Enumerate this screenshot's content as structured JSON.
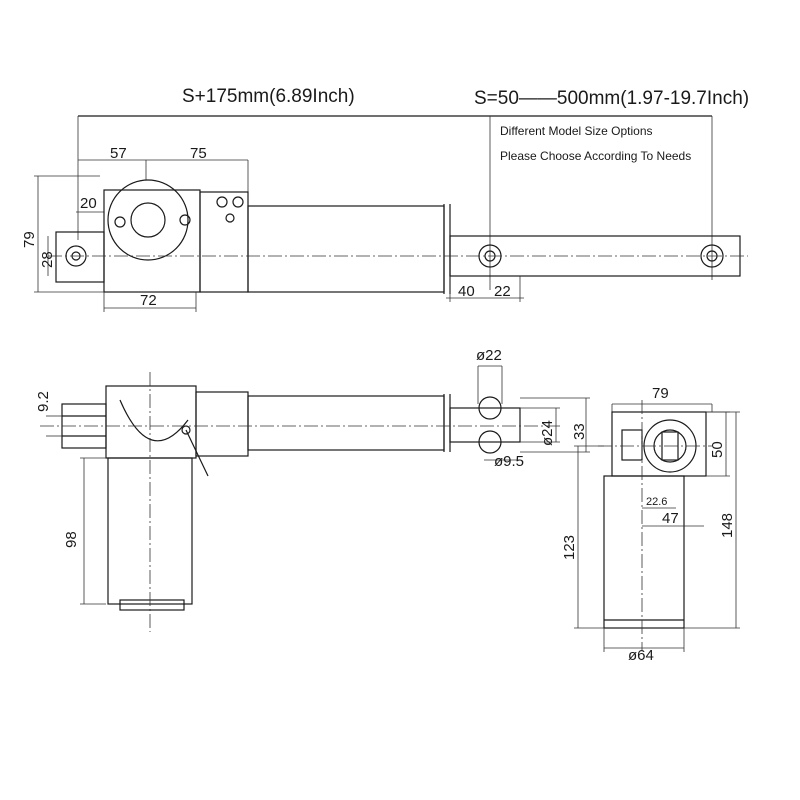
{
  "header": {
    "total_length": "S+175mm(6.89Inch)",
    "stroke_range": "S=50——500mm(1.97-19.7Inch)"
  },
  "notes": {
    "line1": "Different Model Size Options",
    "line2": "Please Choose According To Needs"
  },
  "dims": {
    "d57": "57",
    "d75": "75",
    "d20": "20",
    "d79_left": "79",
    "d28": "28",
    "d72": "72",
    "d40": "40",
    "d22": "22",
    "d9_2": "9.2",
    "phi22": "ø22",
    "phi24": "ø24",
    "d33": "33",
    "phi9_5": "ø9.5",
    "d98": "98",
    "d79_right": "79",
    "d50": "50",
    "d22_6": "22.6",
    "d47": "47",
    "d123": "123",
    "d148": "148",
    "phi64": "ø64"
  }
}
